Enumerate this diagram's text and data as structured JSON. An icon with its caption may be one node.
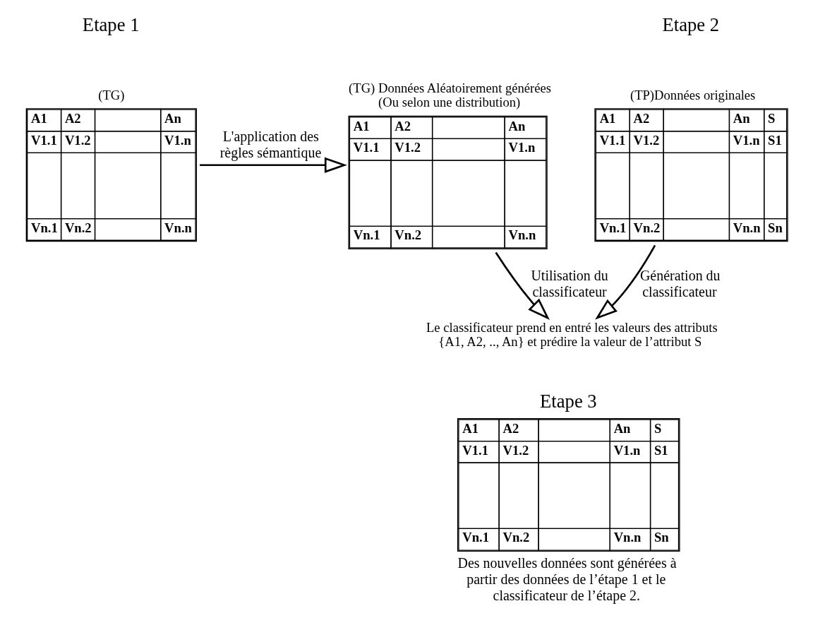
{
  "diagram": {
    "nodes": [
      {
        "text": [
          "(TG)",
          "A1",
          "A2",
          "An",
          "V1.1",
          "V1.2",
          "V1.n",
          "Vn.1",
          "Vn.2",
          "Vn.n"
        ]
      },
      {
        "text": [
          "(TG) Données Aléatoirement générées (Ou selon une distribution)",
          "A1",
          "A2",
          "An",
          "V1.1",
          "V1.2",
          "V1.n",
          "Vn.1",
          "Vn.2",
          "Vn.n"
        ]
      },
      {
        "text": [
          "(TP)Données originales",
          "A1",
          "A2",
          "An",
          "S",
          "V1.1",
          "V1.2",
          "V1.n",
          "S1",
          "Vn.1",
          "Vn.2",
          "Vn.n",
          "Sn"
        ]
      },
      {
        "text": [
          "Le classificateur prend en entré les valeurs des attributs {A1, A2, .., An} et prédire la valeur de l’attribut S"
        ]
      },
      {
        "text": [
          "Etape 3",
          "A1",
          "A2",
          "An",
          "S",
          "V1.1",
          "V1.2",
          "V1.n",
          "S1",
          "Vn.1",
          "Vn.2",
          "Vn.n",
          "Sn"
        ],
        "beside": [
          "Des nouvelles données sont générées à partir des données de l’étape 1 et le classificateur de l’étape 2."
        ]
      }
    ],
    "edges": [
      {
        "from": 0,
        "to": 1,
        "arrow": "to",
        "label": "L'application des règles sémantique"
      },
      {
        "from": 1,
        "to": 3,
        "arrow": "to",
        "label": "Utilisation du classificateur"
      },
      {
        "from": 2,
        "to": 3,
        "arrow": "to",
        "label": "Génération du classificateur"
      }
    ],
    "labels": [
      "Etape 1",
      "Etape 2"
    ]
  }
}
